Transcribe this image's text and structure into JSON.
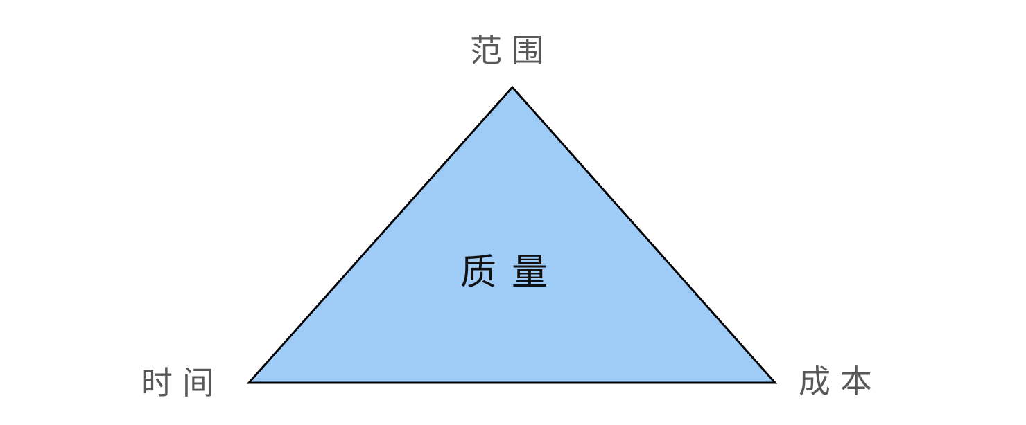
{
  "diagram": {
    "type": "project-management-triangle",
    "vertices": {
      "top": "范围",
      "bottom_left": "时间",
      "bottom_right": "成本"
    },
    "center": "质量",
    "colors": {
      "fill": "#9fcbf7",
      "stroke": "#000000",
      "outer_label": "#58585a",
      "center_label": "#111111"
    }
  }
}
